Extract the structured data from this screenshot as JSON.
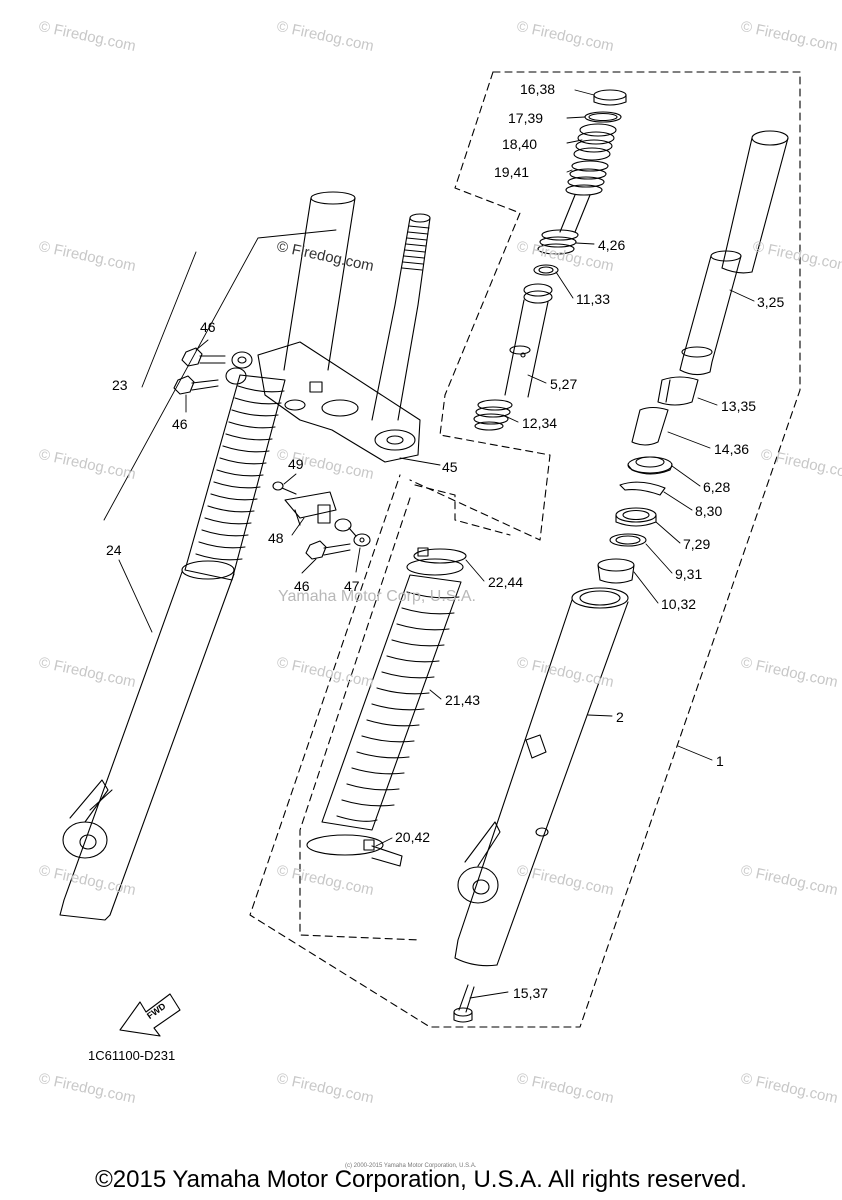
{
  "watermark_text": "© Firedog.com",
  "center_watermark": "Yamaha Motor Corp, U.S.A.",
  "fine_print": "(c) 2000-2015 Yamaha Motor Corporation, U.S.A.",
  "drawing_code": "1C61100-D231",
  "fwd_label": "FWD",
  "footer": "©2015 Yamaha Motor Corporation, U.S.A. All rights reserved.",
  "callouts": {
    "c16_38": "16,38",
    "c17_39": "17,39",
    "c18_40": "18,40",
    "c19_41": "19,41",
    "c4_26": "4,26",
    "c11_33": "11,33",
    "c3_25": "3,25",
    "c5_27": "5,27",
    "c13_35": "13,35",
    "c12_34": "12,34",
    "c14_36": "14,36",
    "c6_28": "6,28",
    "c8_30": "8,30",
    "c7_29": "7,29",
    "c9_31": "9,31",
    "c10_32": "10,32",
    "c22_44": "22,44",
    "c21_43": "21,43",
    "c20_42": "20,42",
    "c15_37": "15,37",
    "c2": "2",
    "c1": "1",
    "c23": "23",
    "c24": "24",
    "c45": "45",
    "c46_top": "46",
    "c46_mid": "46",
    "c46_low": "46",
    "c47": "47",
    "c48": "48",
    "c49": "49"
  }
}
